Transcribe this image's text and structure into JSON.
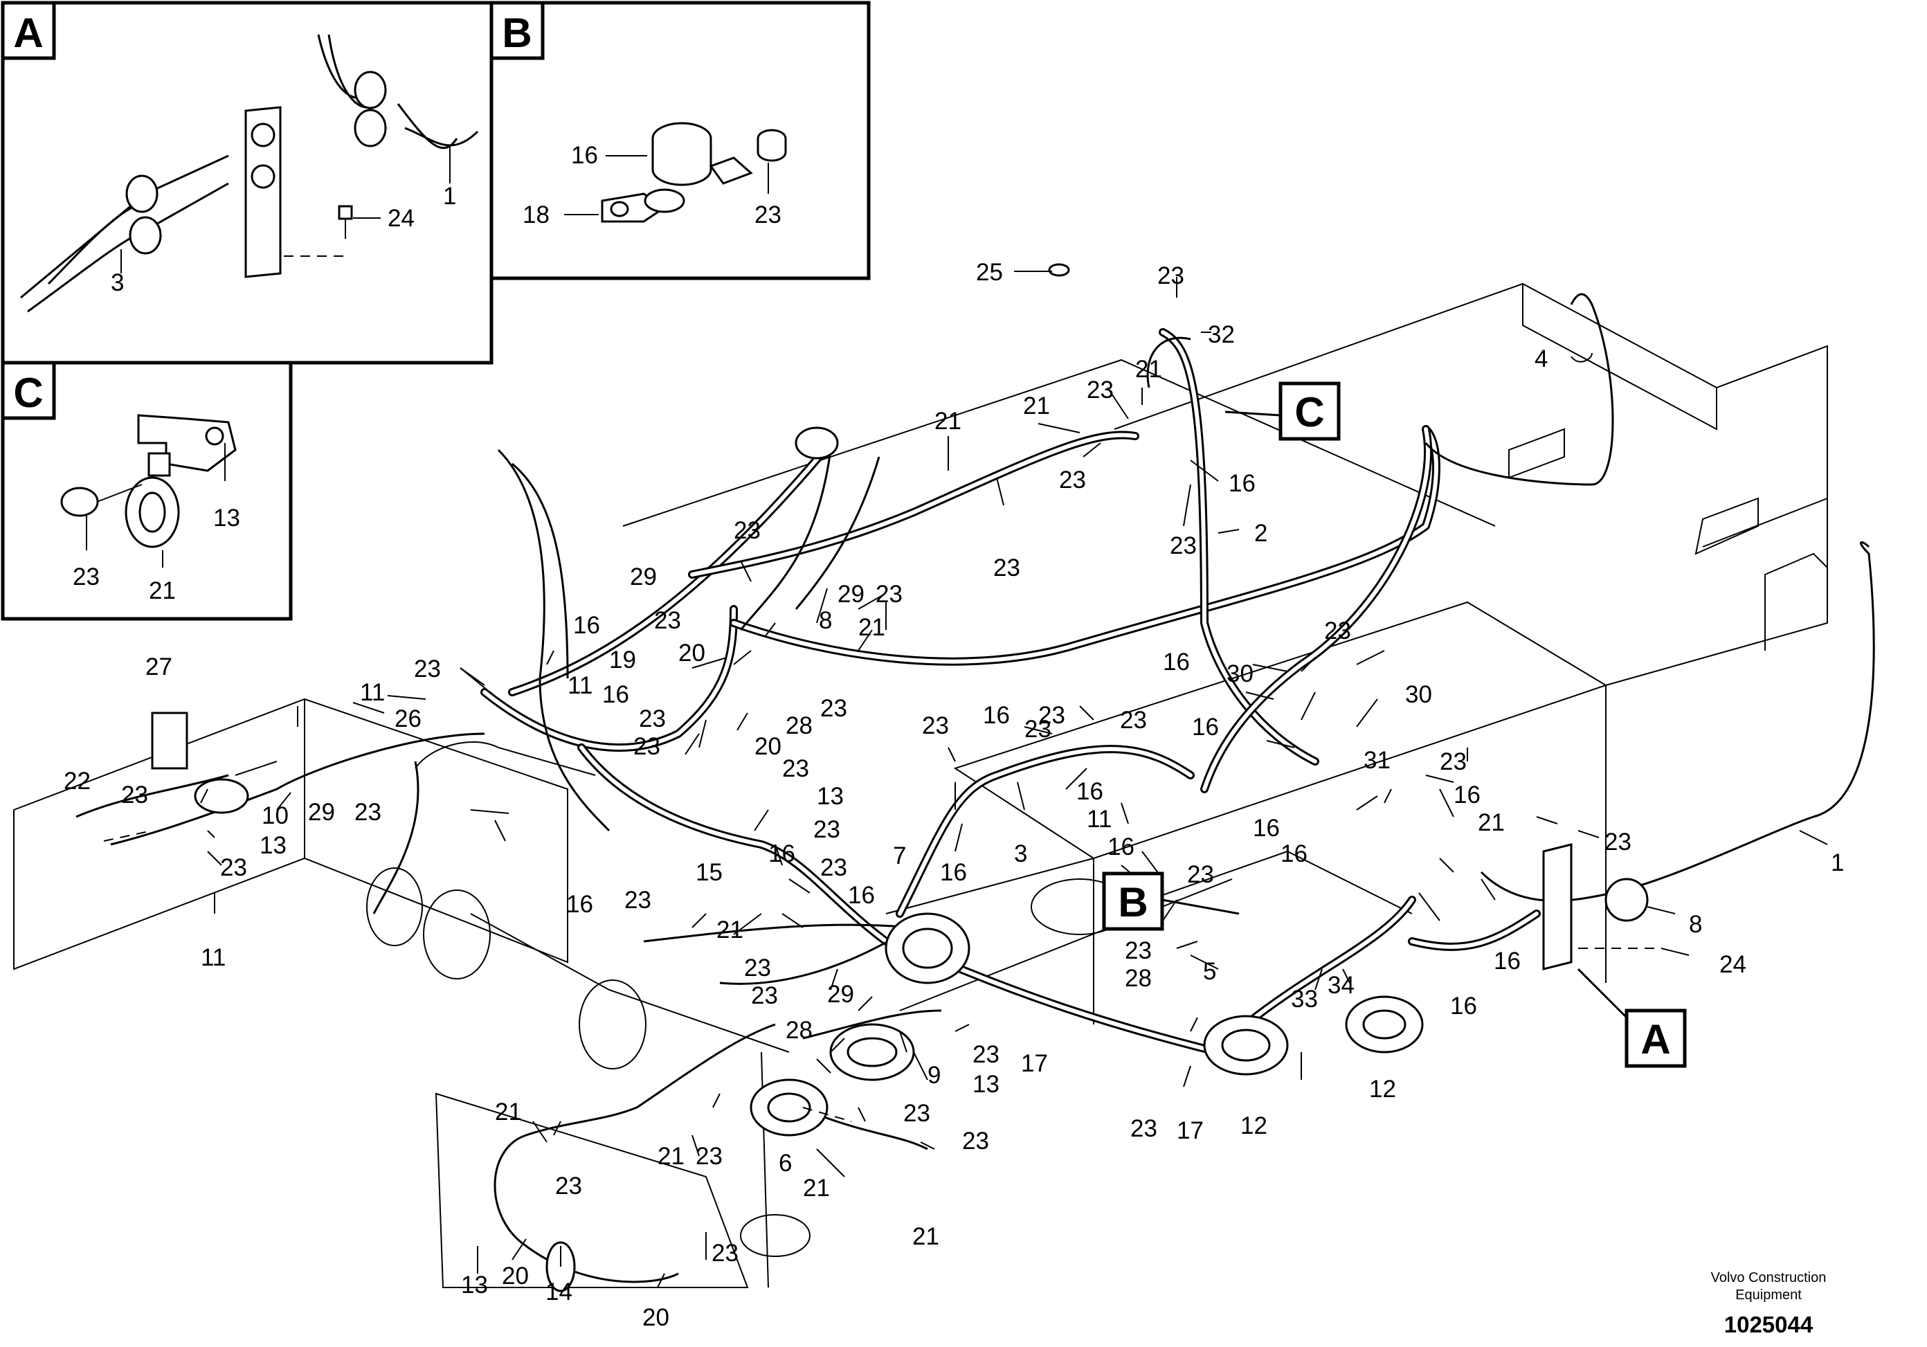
{
  "details": {
    "A": {
      "letter": "A",
      "labels": [
        "1",
        "3",
        "24"
      ]
    },
    "B": {
      "letter": "B",
      "labels": [
        "16",
        "18",
        "23"
      ]
    },
    "C": {
      "letter": "C",
      "labels": [
        "13",
        "23",
        "21"
      ]
    }
  },
  "callout_letters": {
    "A": "A",
    "B": "B",
    "C": "C"
  },
  "callouts": [
    "25",
    "23",
    "32",
    "21",
    "21",
    "23",
    "23",
    "21",
    "23",
    "16",
    "23",
    "2",
    "4",
    "23",
    "21",
    "29",
    "23",
    "29",
    "23",
    "8",
    "23",
    "16",
    "19",
    "23",
    "20",
    "28",
    "23",
    "16",
    "16",
    "23",
    "30",
    "16",
    "30",
    "23",
    "31",
    "23",
    "16",
    "21",
    "23",
    "23",
    "11",
    "26",
    "27",
    "22",
    "23",
    "10",
    "29",
    "23",
    "13",
    "11",
    "23",
    "11",
    "16",
    "23",
    "20",
    "23",
    "13",
    "23",
    "16",
    "23",
    "15",
    "16",
    "23",
    "21",
    "23",
    "16",
    "7",
    "3",
    "16",
    "23",
    "16",
    "11",
    "16",
    "23",
    "16",
    "16",
    "23",
    "5",
    "28",
    "33",
    "34",
    "16",
    "16",
    "8",
    "24",
    "1",
    "12",
    "17",
    "12",
    "17",
    "23",
    "23",
    "28",
    "29",
    "23",
    "9",
    "13",
    "6",
    "23",
    "21",
    "21",
    "23",
    "21",
    "21",
    "23",
    "23",
    "13",
    "20",
    "14",
    "23",
    "20",
    "23"
  ],
  "footer": {
    "caption_line1": "Volvo Construction",
    "caption_line2": "Equipment",
    "doc_number": "1025044"
  }
}
